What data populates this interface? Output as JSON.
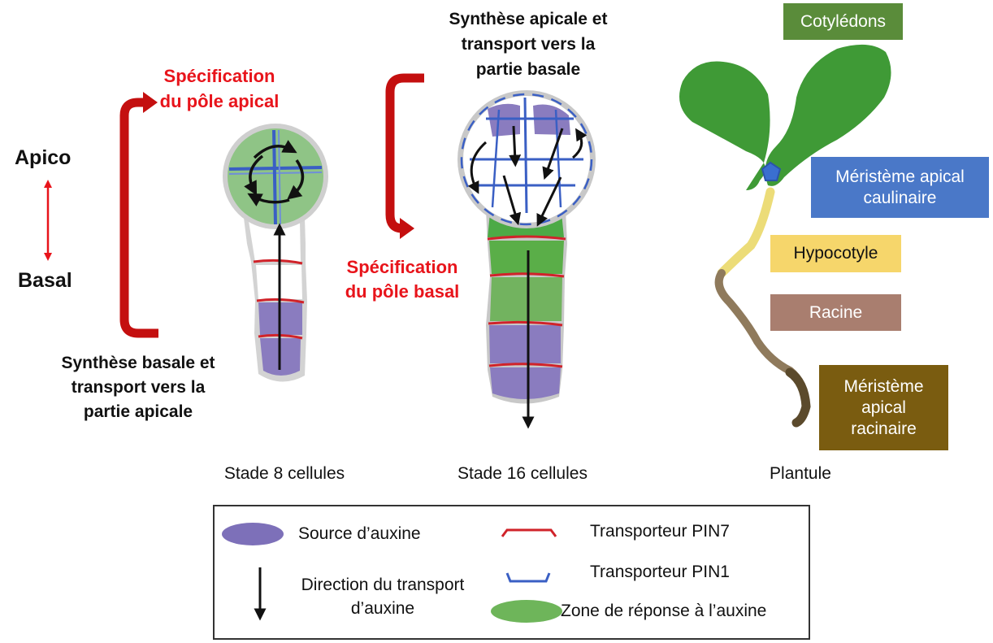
{
  "axis": {
    "apico": "Apico",
    "basal": "Basal"
  },
  "stage8": {
    "spec_line1": "Spécification",
    "spec_line2": "du pôle apical",
    "synth_line1": "Synthèse basale et",
    "synth_line2": "transport vers la",
    "synth_line3": "partie apicale",
    "caption": "Stade 8 cellules"
  },
  "stage16": {
    "synth_line1": "Synthèse apicale et",
    "synth_line2": "transport vers la",
    "synth_line3": "partie basale",
    "spec_line1": "Spécification",
    "spec_line2": "du pôle basal",
    "caption": "Stade 16  cellules"
  },
  "seedling": {
    "caption": "Plantule",
    "cotyledons": "Cotylédons",
    "sam_line1": "Méristème apical",
    "sam_line2": "caulinaire",
    "hypocotyl": "Hypocotyle",
    "root": "Racine",
    "ram_line1": "Méristème",
    "ram_line2": "apical",
    "ram_line3": "racinaire"
  },
  "legend": {
    "auxin_source": "Source d’auxine",
    "transport_line1": "Direction du transport",
    "transport_line2": "d’auxine",
    "pin7": "Transporteur PIN7",
    "pin1": "Transporteur PIN1",
    "response_zone": "Zone de réponse à l’auxine"
  },
  "colors": {
    "bracket_red": "#c40f0f",
    "spec_red": "#e8141b",
    "response_green": "#6eb55a",
    "auxin_purple": "#7d70b9",
    "pin7_red": "#d0232a",
    "pin1_blue": "#3a5fc4",
    "cotyledon_box": "#5a8c3a",
    "sam_box": "#4a78c8",
    "hypocotyl_box": "#f6d66b",
    "root_box": "#a97e6f",
    "ram_box": "#7a5c10",
    "plant_green": "#3f9a36",
    "hypocotyl_yellow": "#ecdc78",
    "root_brown": "#8f7a5c"
  }
}
